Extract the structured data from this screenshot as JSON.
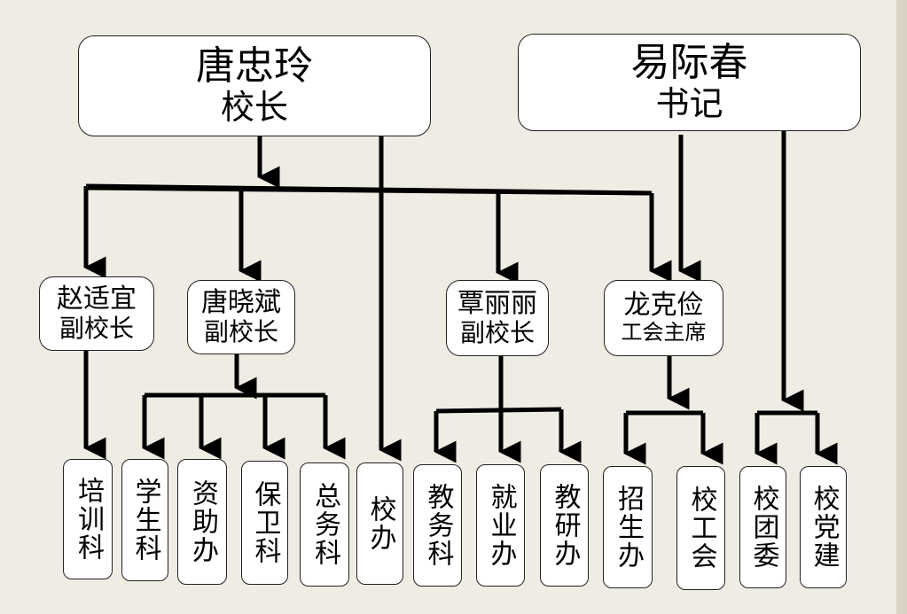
{
  "top": {
    "principal": {
      "name": "唐忠玲",
      "title": "校长"
    },
    "secretary": {
      "name": "易际春",
      "title": "书记"
    }
  },
  "middle": [
    {
      "name": "赵适宜",
      "title": "副校长"
    },
    {
      "name": "唐晓斌",
      "title": "副校长"
    },
    {
      "name": "覃丽丽",
      "title": "副校长"
    },
    {
      "name": "龙克俭",
      "title": "工会主席"
    }
  ],
  "leaves": [
    "培训科",
    "学生科",
    "资助办",
    "保卫科",
    "总务科",
    "校办",
    "教务科",
    "就业办",
    "教研办",
    "招生办",
    "校工会",
    "校团委",
    "校党建"
  ],
  "colors": {
    "background": "#efece4",
    "box": "#ffffff",
    "line": "#000000"
  }
}
